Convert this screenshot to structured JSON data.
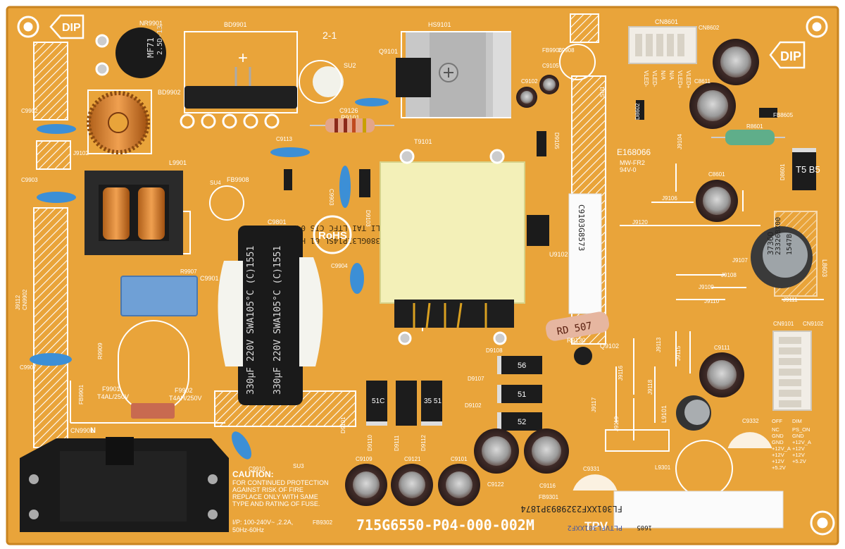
{
  "board": {
    "part_number": "715G6550-P04-000-002M",
    "maker": "TPV",
    "serial_sticker": "FL301XXF2329893P1874",
    "serial_sticker_small": "PLTVFL301XXF2",
    "sticker_code": "1605",
    "rohs": "RoHS",
    "ul_file": "E168066",
    "ul_grade": "MW-FR2",
    "ul_rating": "94V-0",
    "dip_mark": "DIP",
    "version_mark": "2-1"
  },
  "labels": {
    "nr9901": "NR9901",
    "bd9901": "BD9901",
    "bd9902": "BD9902",
    "hs9101": "HS9101",
    "q9101": "Q9101",
    "su2": "SU2",
    "su1": "SU1",
    "su3": "SU3",
    "su4": "SU4",
    "cn8601": "CN8601",
    "cn8602": "CN8602",
    "fb9906": "FB9906",
    "c9908": "C9908",
    "c9105": "C9105",
    "c9102": "C9102",
    "c9902": "C9902",
    "c9903": "C9903",
    "j9102": "J9102",
    "l9901": "L9901",
    "c9113": "C9113",
    "c9126": "C9126",
    "r9101": "R9101",
    "t9101": "T9101",
    "fb9908": "FB9908",
    "c9801": "C9801",
    "c9903b": "C9903",
    "d9103": "D9103",
    "d9105": "D9105",
    "d8602": "D8602",
    "c8611": "C8611",
    "fb8605": "FB8605",
    "r8601": "R8601",
    "j9104": "J9104",
    "c8601": "C8601",
    "d8601": "D8601",
    "j9106": "J9106",
    "j9120": "J9120",
    "u9102": "U9102",
    "c9904": "C9904",
    "r9907": "R9907",
    "c9901": "C9901",
    "j9112": "J9112",
    "cn9902": "CN9902",
    "r9909": "R9909",
    "c9907": "C9907",
    "fb9901": "FB9901",
    "f9901": "F9901",
    "f9901_rating": "T4AL/250V",
    "f9902": "F9902",
    "f9902_rating": "T4AH/250V",
    "cn9901": "CN9901",
    "c9910": "C9910",
    "d9108": "D9108",
    "d9107": "D9107",
    "d9102": "D9102",
    "r9130": "R9130",
    "q9102": "Q9102",
    "j9113": "J9113",
    "j9115": "J9115",
    "j9116": "J9116",
    "j9118": "J9118",
    "j9117": "J9117",
    "j9119": "J9119",
    "c9111": "C9111",
    "l9101": "L9101",
    "c9332": "C9332",
    "l9301": "L9301",
    "c9331": "C9331",
    "fb9301": "FB9301",
    "d9101": "D9101",
    "d9110": "D9110",
    "d9111": "D9111",
    "d9112": "D9112",
    "c9109": "C9109",
    "c9121": "C9121",
    "c9101": "C9101",
    "c9122": "C9122",
    "c9116": "C9116",
    "fb9302": "FB9302",
    "j9107": "J9107",
    "j9108": "J9108",
    "j9109": "J9109",
    "j9110": "J9110",
    "j9111": "J9111",
    "l8603": "L8603",
    "cn9101": "CN9101",
    "cn9102": "CN9102",
    "c9103_code": "C9103G8573"
  },
  "caution": {
    "title": "CAUTION:",
    "lines": [
      "FOR CONTINUED PROTECTION",
      "AGAINST RISK OF FIRE",
      "REPLACE ONLY WITH SAME",
      "TYPE AND RATING OF FUSE."
    ],
    "input_line1": "I/P: 100-240V~ ,2.2A,",
    "input_line2": "50Hz-60Hz"
  },
  "connector_pins": {
    "cn8601": [
      "VLED-",
      "VLED-",
      "N/A",
      "N/A",
      "VLED+",
      "VLED+"
    ],
    "cn9101_left": [
      "NC",
      "GND",
      "GND",
      "+12V_A",
      "+12V",
      "+12V",
      "+5.2V"
    ],
    "cn9101_left_title": "OFF",
    "cn9101_right": [
      "DIM",
      "PS_ON",
      "GND",
      "+12V_A",
      "+12V",
      "+12V",
      "+5.2V"
    ]
  },
  "components": {
    "nr9901_marking": [
      "MF71",
      "2.5D-13"
    ],
    "main_cap": "330µF 220V SWA105°C (C)1551",
    "transformer_label": [
      "LI TAI LTFC CIS 04 1602 01",
      "380GL32P14SL 01 HI-POT OK"
    ],
    "resistor_r9130": "RD 507",
    "inductor_marking": [
      "3736O",
      "23326BX00",
      "1547B"
    ],
    "diode_d8601": "T5 B5",
    "diode_d9108": "56",
    "diode_d9107": "51",
    "diode_d9102": "52",
    "diode_d9110": "51C",
    "diode_d9112": "35 51"
  },
  "colors": {
    "pcb": "#e9a43a",
    "pcb_dark": "#c98420",
    "silkscreen": "#ffffff",
    "heatsink": "#c8c8c8",
    "capacitor_body": "#3b2a26",
    "ycap_blue": "#3c8fd6",
    "xcap_blue": "#6fa0d6",
    "transformer_tape": "#f3f0b8"
  }
}
